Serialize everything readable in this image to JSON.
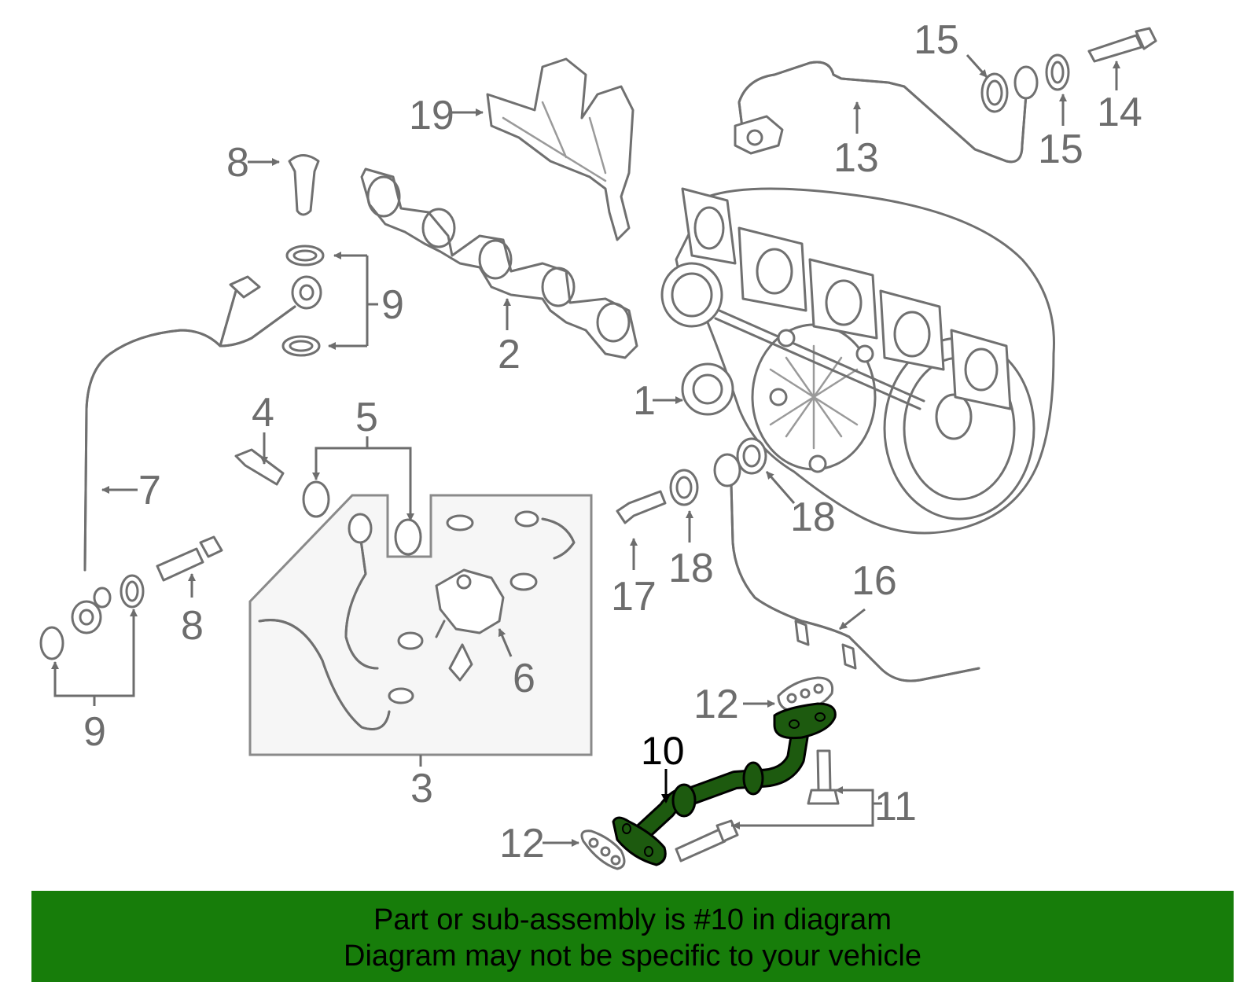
{
  "diagram": {
    "callouts": {
      "c1": "1",
      "c2": "2",
      "c3": "3",
      "c4": "4",
      "c5": "5",
      "c6": "6",
      "c7": "7",
      "c8a": "8",
      "c8b": "8",
      "c9a": "9",
      "c9b": "9",
      "c10": "10",
      "c11": "11",
      "c12a": "12",
      "c12b": "12",
      "c13": "13",
      "c14": "14",
      "c15a": "15",
      "c15b": "15",
      "c16": "16",
      "c17": "17",
      "c18a": "18",
      "c18b": "18",
      "c19": "19"
    },
    "highlight_color": "#1d5a0f"
  },
  "banner": {
    "line1": "Part or sub-assembly is #10 in diagram",
    "line2": "Diagram may not be specific to your vehicle",
    "color": "#177d0a"
  }
}
